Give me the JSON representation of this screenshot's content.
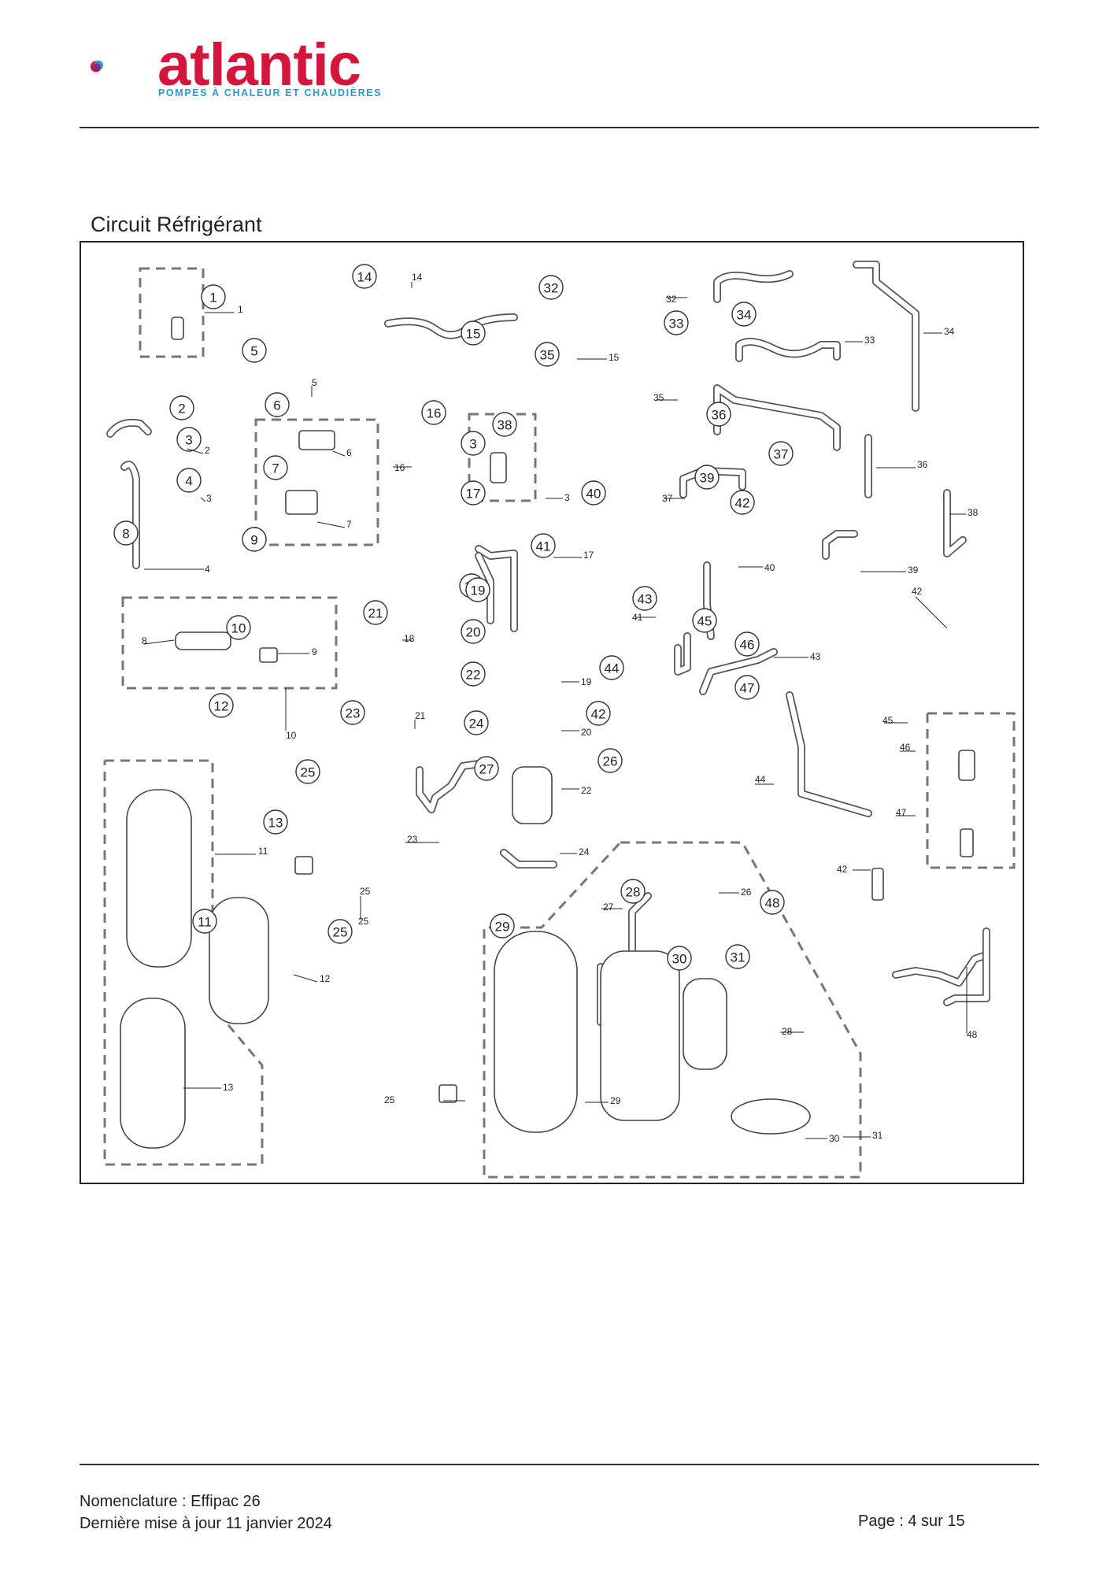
{
  "header": {
    "brand_name": "atlantic",
    "brand_tagline": "POMPES À CHALEUR ET CHAUDIÈRES",
    "colors": {
      "brand_red": "#d4163d",
      "brand_blue": "#2a9bc8",
      "brand_purple": "#7b2a8c"
    }
  },
  "section": {
    "title": "Circuit Réfrigérant"
  },
  "diagram": {
    "callouts": [
      "1",
      "2",
      "3",
      "4",
      "5",
      "6",
      "7",
      "8",
      "9",
      "10",
      "11",
      "12",
      "13",
      "14",
      "15",
      "16",
      "17",
      "18",
      "19",
      "20",
      "21",
      "22",
      "23",
      "24",
      "25",
      "26",
      "27",
      "28",
      "29",
      "30",
      "31",
      "32",
      "33",
      "34",
      "35",
      "36",
      "37",
      "38",
      "39",
      "40",
      "41",
      "42",
      "43",
      "44",
      "45",
      "46",
      "47",
      "48",
      "42",
      "25",
      "3"
    ],
    "part_tags": [
      "1",
      "2",
      "3",
      "4",
      "5",
      "6",
      "7",
      "8",
      "9",
      "10",
      "11",
      "12",
      "13",
      "14",
      "15",
      "16",
      "17",
      "18",
      "19",
      "20",
      "21",
      "22",
      "23",
      "24",
      "25",
      "26",
      "27",
      "28",
      "29",
      "30",
      "31",
      "32",
      "33",
      "34",
      "35",
      "36",
      "37",
      "38",
      "39",
      "40",
      "41",
      "42",
      "43",
      "44",
      "45",
      "46",
      "47",
      "48",
      "42",
      "25",
      "3",
      "25"
    ]
  },
  "footer": {
    "line1": "Nomenclature : Effipac 26",
    "line2": "Dernière mise à jour 11 janvier 2024",
    "page": "Page : 4 sur 15"
  }
}
